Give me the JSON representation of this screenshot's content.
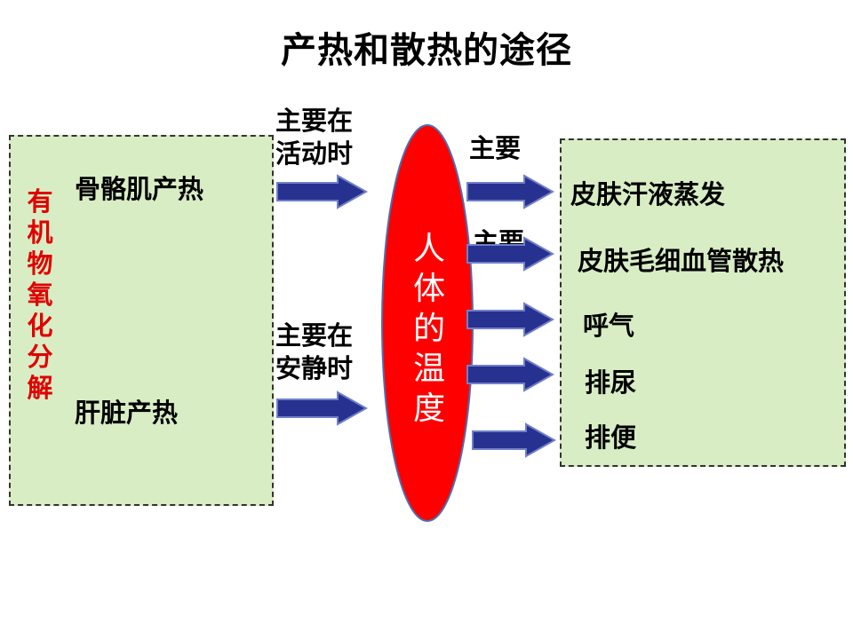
{
  "title": "产热和散热的途径",
  "left": {
    "vertical_label": "有机物氧化分解",
    "skeletal_muscle": "骨骼肌产热",
    "liver": "肝脏产热"
  },
  "middle": {
    "active_note": "主要在活动时",
    "rest_note": "主要在安静时",
    "center_label": "人体的温度"
  },
  "right": {
    "main_label_1": "主要",
    "main_label_2": "主要",
    "items": [
      "皮肤汗液蒸发",
      "皮肤毛细血管散热",
      "呼气",
      "排尿",
      "排便"
    ]
  },
  "colors": {
    "box_fill": "#d9edc4",
    "ellipse": "#ff0000",
    "arrow": "#27318f",
    "vertical_text": "#e00000"
  }
}
